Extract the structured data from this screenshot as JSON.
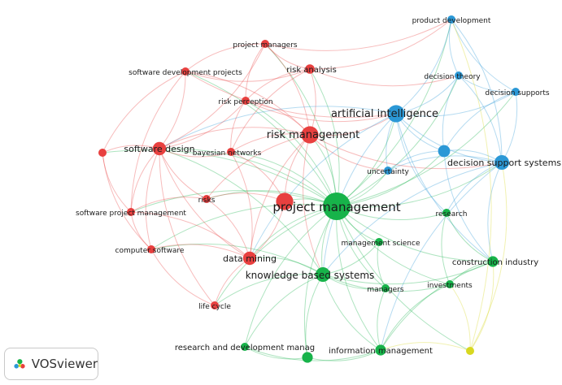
{
  "app": {
    "brand_label": "VOSviewer",
    "brand_icon": "vosviewer-logo-icon"
  },
  "colors": {
    "cluster_red": "#e8403f",
    "cluster_green": "#17b34a",
    "cluster_blue": "#2b98d6",
    "cluster_yellow": "#d8d820"
  },
  "nodes": [
    {
      "id": "pm",
      "label": "project management",
      "cluster": "green",
      "weight": 10
    },
    {
      "id": "rm",
      "label": "risk management",
      "cluster": "red",
      "weight": 6
    },
    {
      "id": "ai",
      "label": "artificial intelligence",
      "cluster": "blue",
      "weight": 6
    },
    {
      "id": "dss",
      "label": "decision support systems",
      "cluster": "blue",
      "weight": 5
    },
    {
      "id": "kbs",
      "label": "knowledge based systems",
      "cluster": "green",
      "weight": 5
    },
    {
      "id": "sd",
      "label": "software design",
      "cluster": "red",
      "weight": 4.5
    },
    {
      "id": "dm",
      "label": "data mining",
      "cluster": "red",
      "weight": 4.5
    },
    {
      "id": "pmr",
      "label": "project managers",
      "cluster": "red",
      "weight": 2.5
    },
    {
      "id": "sdp",
      "label": "software development projects",
      "cluster": "red",
      "weight": 2.5
    },
    {
      "id": "ra",
      "label": "risk analysis",
      "cluster": "red",
      "weight": 3
    },
    {
      "id": "rp",
      "label": "risk perception",
      "cluster": "red",
      "weight": 2.5
    },
    {
      "id": "bn",
      "label": "bayesian networks",
      "cluster": "red",
      "weight": 2.5
    },
    {
      "id": "risks",
      "label": "risks",
      "cluster": "red",
      "weight": 2.5
    },
    {
      "id": "spm",
      "label": "software project management",
      "cluster": "red",
      "weight": 2.5
    },
    {
      "id": "cs",
      "label": "computer software",
      "cluster": "red",
      "weight": 2.5
    },
    {
      "id": "lc",
      "label": "life cycle",
      "cluster": "red",
      "weight": 2.5
    },
    {
      "id": "red_unl",
      "label": "",
      "cluster": "red",
      "weight": 2.5
    },
    {
      "id": "red_big",
      "label": "",
      "cluster": "red",
      "weight": 6
    },
    {
      "id": "pd",
      "label": "product development",
      "cluster": "blue",
      "weight": 2.5
    },
    {
      "id": "dt",
      "label": "decision theory",
      "cluster": "blue",
      "weight": 2.5
    },
    {
      "id": "dsup",
      "label": "decision supports",
      "cluster": "blue",
      "weight": 2.5
    },
    {
      "id": "unc",
      "label": "uncertainty",
      "cluster": "blue",
      "weight": 2.5
    },
    {
      "id": "blue_unl",
      "label": "",
      "cluster": "blue",
      "weight": 4
    },
    {
      "id": "res",
      "label": "research",
      "cluster": "green",
      "weight": 2.5
    },
    {
      "id": "ms",
      "label": "management science",
      "cluster": "green",
      "weight": 2.5
    },
    {
      "id": "ci",
      "label": "construction industry",
      "cluster": "green",
      "weight": 3.5
    },
    {
      "id": "inv",
      "label": "investments",
      "cluster": "green",
      "weight": 2.5
    },
    {
      "id": "mgr",
      "label": "managers",
      "cluster": "green",
      "weight": 2.5
    },
    {
      "id": "rdm",
      "label": "research and development manag",
      "cluster": "green",
      "weight": 2.5
    },
    {
      "id": "im",
      "label": "information management",
      "cluster": "green",
      "weight": 3.5
    },
    {
      "id": "green_unl",
      "label": "",
      "cluster": "green",
      "weight": 3.5
    },
    {
      "id": "yel",
      "label": "",
      "cluster": "yellow",
      "weight": 2.5
    }
  ],
  "links": [
    [
      "pm",
      "rm"
    ],
    [
      "pm",
      "ai"
    ],
    [
      "pm",
      "dss"
    ],
    [
      "pm",
      "kbs"
    ],
    [
      "pm",
      "sd"
    ],
    [
      "pm",
      "dm"
    ],
    [
      "pm",
      "ra"
    ],
    [
      "pm",
      "pmr"
    ],
    [
      "pm",
      "sdp"
    ],
    [
      "pm",
      "rp"
    ],
    [
      "pm",
      "bn"
    ],
    [
      "pm",
      "risks"
    ],
    [
      "pm",
      "spm"
    ],
    [
      "pm",
      "cs"
    ],
    [
      "pm",
      "lc"
    ],
    [
      "pm",
      "res"
    ],
    [
      "pm",
      "ms"
    ],
    [
      "pm",
      "ci"
    ],
    [
      "pm",
      "inv"
    ],
    [
      "pm",
      "mgr"
    ],
    [
      "pm",
      "rdm"
    ],
    [
      "pm",
      "im"
    ],
    [
      "pm",
      "unc"
    ],
    [
      "pm",
      "dt"
    ],
    [
      "pm",
      "dsup"
    ],
    [
      "pm",
      "pd"
    ],
    [
      "pm",
      "green_unl"
    ],
    [
      "pm",
      "red_big"
    ],
    [
      "pm",
      "blue_unl"
    ],
    [
      "pm",
      "yel"
    ],
    [
      "pm",
      "red_unl"
    ],
    [
      "rm",
      "ai"
    ],
    [
      "rm",
      "ra"
    ],
    [
      "rm",
      "rp"
    ],
    [
      "rm",
      "sd"
    ],
    [
      "rm",
      "dm"
    ],
    [
      "rm",
      "kbs"
    ],
    [
      "rm",
      "pmr"
    ],
    [
      "rm",
      "sdp"
    ],
    [
      "rm",
      "bn"
    ],
    [
      "rm",
      "dss"
    ],
    [
      "rm",
      "unc"
    ],
    [
      "rm",
      "risks"
    ],
    [
      "rm",
      "red_big"
    ],
    [
      "ai",
      "dss"
    ],
    [
      "ai",
      "kbs"
    ],
    [
      "ai",
      "dt"
    ],
    [
      "ai",
      "dsup"
    ],
    [
      "ai",
      "pd"
    ],
    [
      "ai",
      "blue_unl"
    ],
    [
      "ai",
      "unc"
    ],
    [
      "ai",
      "dm"
    ],
    [
      "ai",
      "sd"
    ],
    [
      "ai",
      "ci"
    ],
    [
      "ai",
      "res"
    ],
    [
      "dss",
      "kbs"
    ],
    [
      "dss",
      "dt"
    ],
    [
      "dss",
      "dsup"
    ],
    [
      "dss",
      "pd"
    ],
    [
      "dss",
      "blue_unl"
    ],
    [
      "dss",
      "ci"
    ],
    [
      "dss",
      "res"
    ],
    [
      "dss",
      "im"
    ],
    [
      "dss",
      "unc"
    ],
    [
      "kbs",
      "dm"
    ],
    [
      "kbs",
      "sd"
    ],
    [
      "kbs",
      "ms"
    ],
    [
      "kbs",
      "mgr"
    ],
    [
      "kbs",
      "im"
    ],
    [
      "kbs",
      "rdm"
    ],
    [
      "kbs",
      "green_unl"
    ],
    [
      "kbs",
      "ci"
    ],
    [
      "kbs",
      "inv"
    ],
    [
      "kbs",
      "lc"
    ],
    [
      "kbs",
      "cs"
    ],
    [
      "sd",
      "sdp"
    ],
    [
      "sd",
      "spm"
    ],
    [
      "sd",
      "cs"
    ],
    [
      "sd",
      "bn"
    ],
    [
      "sd",
      "risks"
    ],
    [
      "sd",
      "red_unl"
    ],
    [
      "sd",
      "pmr"
    ],
    [
      "sd",
      "rp"
    ],
    [
      "sd",
      "dm"
    ],
    [
      "sd",
      "lc"
    ],
    [
      "dm",
      "risks"
    ],
    [
      "dm",
      "cs"
    ],
    [
      "dm",
      "lc"
    ],
    [
      "dm",
      "bn"
    ],
    [
      "dm",
      "red_big"
    ],
    [
      "dm",
      "spm"
    ],
    [
      "pmr",
      "sdp"
    ],
    [
      "pmr",
      "ra"
    ],
    [
      "pmr",
      "rp"
    ],
    [
      "sdp",
      "ra"
    ],
    [
      "sdp",
      "red_unl"
    ],
    [
      "sdp",
      "spm"
    ],
    [
      "ra",
      "rp"
    ],
    [
      "ra",
      "bn"
    ],
    [
      "rp",
      "bn"
    ],
    [
      "risks",
      "spm"
    ],
    [
      "spm",
      "cs"
    ],
    [
      "cs",
      "lc"
    ],
    [
      "red_unl",
      "spm"
    ],
    [
      "red_unl",
      "cs"
    ],
    [
      "red_big",
      "risks"
    ],
    [
      "red_big",
      "bn"
    ],
    [
      "pd",
      "dt"
    ],
    [
      "pd",
      "dsup"
    ],
    [
      "dt",
      "dsup"
    ],
    [
      "dt",
      "blue_unl"
    ],
    [
      "dsup",
      "blue_unl"
    ],
    [
      "blue_unl",
      "unc"
    ],
    [
      "blue_unl",
      "ci"
    ],
    [
      "res",
      "ci"
    ],
    [
      "res",
      "inv"
    ],
    [
      "ms",
      "mgr"
    ],
    [
      "ci",
      "inv"
    ],
    [
      "ci",
      "im"
    ],
    [
      "mgr",
      "im"
    ],
    [
      "rdm",
      "im"
    ],
    [
      "rdm",
      "green_unl"
    ],
    [
      "green_unl",
      "im"
    ],
    [
      "inv",
      "im"
    ],
    [
      "yel",
      "ci"
    ],
    [
      "yel",
      "im"
    ],
    [
      "yel",
      "dss"
    ],
    [
      "yel",
      "inv"
    ],
    [
      "yel",
      "pd"
    ],
    [
      "pmr",
      "pd"
    ],
    [
      "ra",
      "pd"
    ],
    [
      "ra",
      "dt"
    ],
    [
      "rp",
      "ai"
    ],
    [
      "sdp",
      "ai"
    ]
  ]
}
